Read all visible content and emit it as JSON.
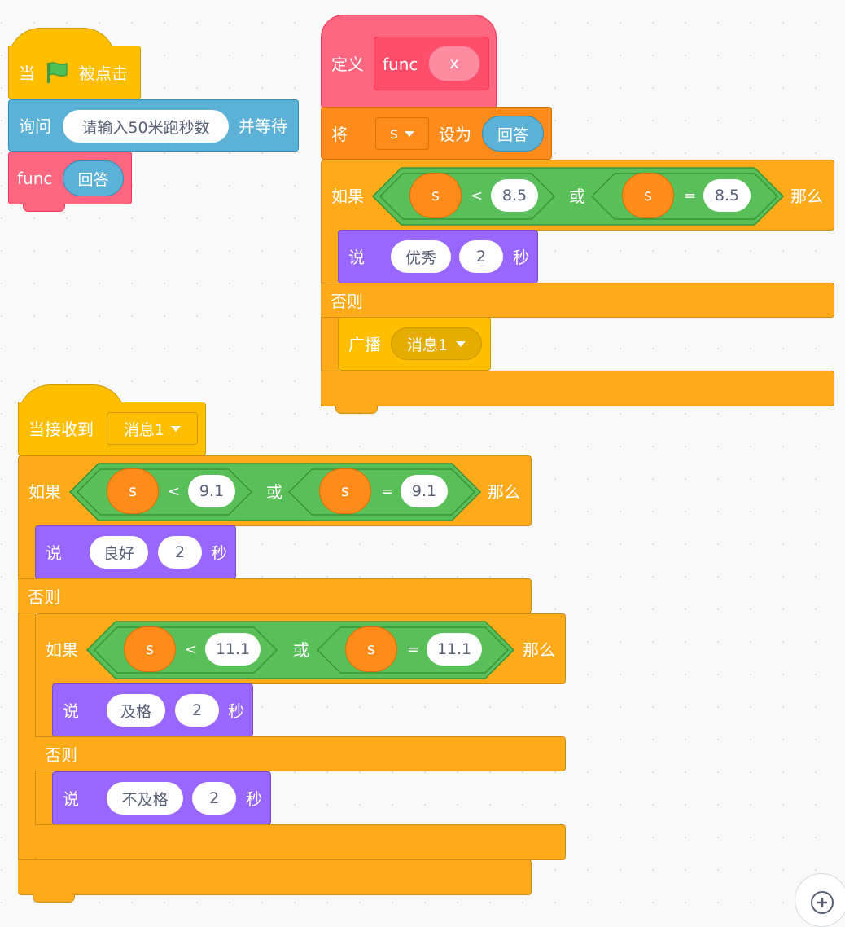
{
  "script1": {
    "hat": {
      "when": "当",
      "clicked": "被点击",
      "flag_icon": "green-flag-icon"
    },
    "ask": {
      "label": "询问",
      "question": "请输入50米跑秒数",
      "suffix": "并等待"
    },
    "call": {
      "name": "func",
      "arg": "回答"
    }
  },
  "script2": {
    "define": {
      "label": "定义",
      "name": "func",
      "param": "x"
    },
    "set": {
      "label": "将",
      "variable": "s",
      "to": "设为",
      "value": "回答"
    },
    "if": {
      "if_label": "如果",
      "then_label": "那么",
      "or_label": "或",
      "left": {
        "var": "s",
        "op": "<",
        "value": "8.5"
      },
      "right": {
        "var": "s",
        "op": "=",
        "value": "8.5"
      }
    },
    "say": {
      "label": "说",
      "text": "优秀",
      "secs": "2",
      "unit": "秒"
    },
    "else_label": "否则",
    "broadcast": {
      "label": "广播",
      "message": "消息1"
    }
  },
  "script3": {
    "hat": {
      "label": "当接收到",
      "message": "消息1"
    },
    "if1": {
      "if_label": "如果",
      "then_label": "那么",
      "or_label": "或",
      "left": {
        "var": "s",
        "op": "<",
        "value": "9.1"
      },
      "right": {
        "var": "s",
        "op": "=",
        "value": "9.1"
      }
    },
    "say1": {
      "label": "说",
      "text": "良好",
      "secs": "2",
      "unit": "秒"
    },
    "else1": "否则",
    "if2": {
      "if_label": "如果",
      "then_label": "那么",
      "or_label": "或",
      "left": {
        "var": "s",
        "op": "<",
        "value": "11.1"
      },
      "right": {
        "var": "s",
        "op": "=",
        "value": "11.1"
      }
    },
    "say2": {
      "label": "说",
      "text": "及格",
      "secs": "2",
      "unit": "秒"
    },
    "else2": "否则",
    "say3": {
      "label": "说",
      "text": "不及格",
      "secs": "2",
      "unit": "秒"
    }
  },
  "controls": {
    "zoom_in_icon": "zoom-in-icon"
  },
  "colors": {
    "events": "#ffbf00",
    "control": "#ffab19",
    "sensing": "#5cb1d6",
    "looks": "#9966ff",
    "my_blocks": "#ff6680",
    "variables": "#ff8c1a",
    "operators": "#59c059"
  }
}
